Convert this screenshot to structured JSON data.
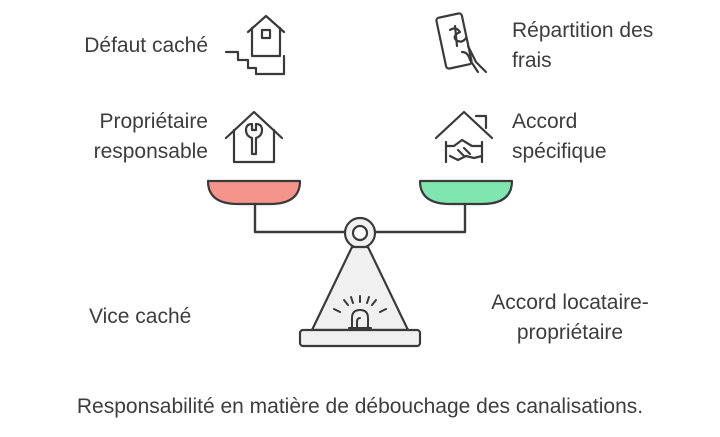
{
  "diagram": {
    "left_items": [
      {
        "lines": [
          "Défaut caché"
        ],
        "icon": "house-on-stairs-icon"
      },
      {
        "lines": [
          "Propriétaire",
          "responsable"
        ],
        "icon": "house-wrench-icon"
      }
    ],
    "right_items": [
      {
        "lines": [
          "Répartition des",
          "frais"
        ],
        "icon": "hand-money-icon"
      },
      {
        "lines": [
          "Accord",
          "spécifique"
        ],
        "icon": "house-handshake-icon"
      }
    ],
    "left_side_label": "Vice caché",
    "right_side_label_lines": [
      "Accord locataire-",
      "propriétaire"
    ],
    "caption": "Responsabilité en matière de débouchage des canalisations.",
    "colors": {
      "left_pan": "#f5948a",
      "right_pan": "#7fe6b0",
      "stroke": "#3a3a3a",
      "base": "#f0f0f0"
    }
  }
}
